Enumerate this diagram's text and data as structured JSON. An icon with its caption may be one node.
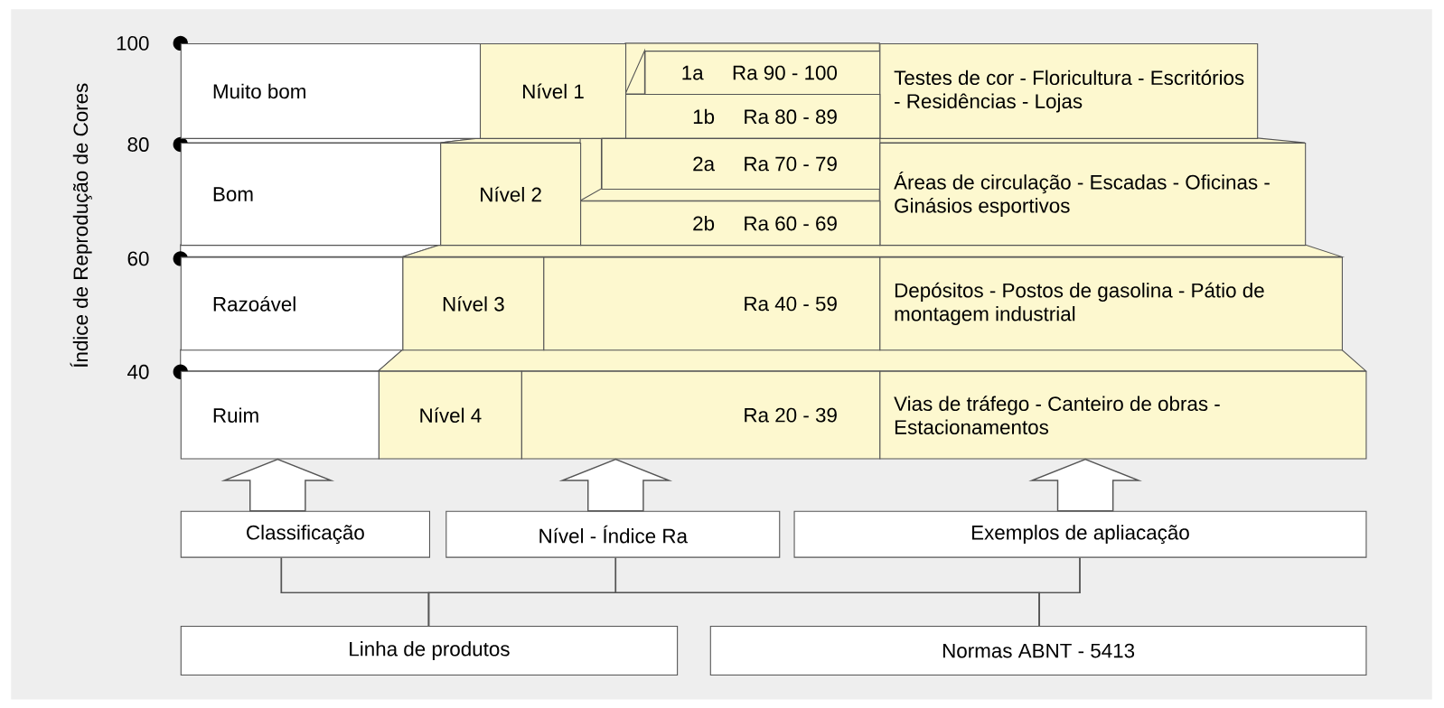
{
  "diagram": {
    "nodes": [
      {
        "text": [
          "Muito bom"
        ]
      },
      {
        "text": [
          "Nível 1"
        ]
      },
      {
        "text": [
          "1a",
          "Ra 90 - 100"
        ]
      },
      {
        "text": [
          "Testes de cor - Floricultura - Escritórios - Residências - Lojas"
        ]
      },
      {
        "text": [
          "1b",
          "Ra 80 - 89"
        ]
      },
      {
        "text": [
          "Bom"
        ]
      },
      {
        "text": [
          "Nível 2"
        ]
      },
      {
        "text": [
          "2a",
          "Ra 70 - 79"
        ]
      },
      {
        "text": [
          "Áreas de circulação - Escadas - Oficinas - Ginásios esportivos"
        ]
      },
      {
        "text": [
          "2b",
          "Ra 60 - 69"
        ]
      },
      {
        "text": [
          "Razoável"
        ]
      },
      {
        "text": [
          "Nível 3"
        ]
      },
      {
        "text": [
          "Ra 40 - 59"
        ]
      },
      {
        "text": [
          "Depósitos - Postos de gasolina - Pátio de montagem industrial"
        ]
      },
      {
        "text": [
          "Ruim"
        ]
      },
      {
        "text": [
          "Nível 4"
        ]
      },
      {
        "text": [
          "Ra 20 - 39"
        ]
      },
      {
        "text": [
          "Vias de tráfego - Canteiro de obras - Estacionamentos"
        ]
      },
      {
        "text": [
          "Classificação"
        ]
      },
      {
        "text": [
          "Nível - Índice Ra"
        ]
      },
      {
        "text": [
          "Exemplos de apliacação"
        ]
      },
      {
        "text": [
          "Linha de produtos"
        ]
      },
      {
        "text": [
          "Normas ABNT - 5413"
        ]
      }
    ],
    "edges": [
      {
        "from": 18,
        "to": 14,
        "arrow": "to"
      },
      {
        "from": 19,
        "to": 16,
        "arrow": "to"
      },
      {
        "from": 20,
        "to": 17,
        "arrow": "to"
      },
      {
        "from": 18,
        "to": 21,
        "arrow": "none"
      },
      {
        "from": 18,
        "to": 22,
        "arrow": "none"
      },
      {
        "from": 19,
        "to": 21,
        "arrow": "none"
      },
      {
        "from": 19,
        "to": 22,
        "arrow": "none"
      },
      {
        "from": 20,
        "to": 21,
        "arrow": "none"
      },
      {
        "from": 20,
        "to": 22,
        "arrow": "none"
      }
    ],
    "labels": [
      "Índice de Reprodução de Cores",
      "100",
      "80",
      "60",
      "40"
    ]
  }
}
